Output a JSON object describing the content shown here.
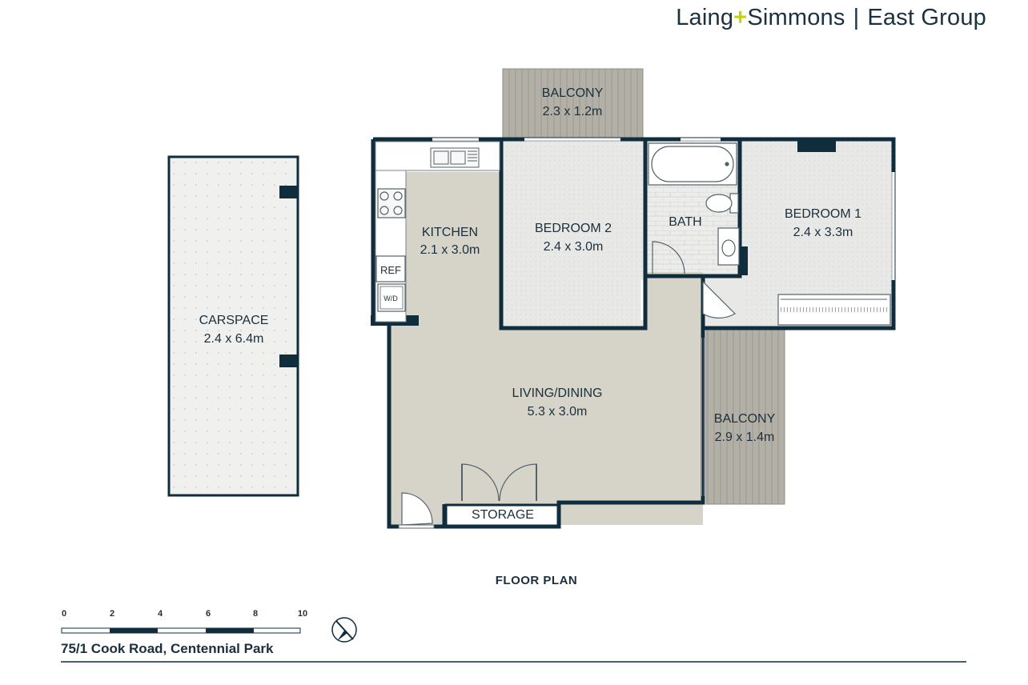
{
  "brand": {
    "name_left": "Laing",
    "plus": "+",
    "name_right": "Simmons",
    "group": "East Group"
  },
  "plan_title": "FLOOR PLAN",
  "address": "75/1 Cook Road, Centennial Park",
  "scale": {
    "ticks": [
      "0",
      "2",
      "4",
      "6",
      "8",
      "10"
    ]
  },
  "rooms": {
    "carspace": {
      "name": "CARSPACE",
      "size": "2.4 x 6.4m"
    },
    "kitchen": {
      "name": "KITCHEN",
      "size": "2.1 x 3.0m"
    },
    "bedroom2": {
      "name": "BEDROOM 2",
      "size": "2.4 x 3.0m"
    },
    "bath": {
      "name": "BATH"
    },
    "bedroom1": {
      "name": "BEDROOM 1",
      "size": "2.4 x 3.3m"
    },
    "living": {
      "name": "LIVING/DINING",
      "size": "5.3 x 3.0m"
    },
    "balcony_top": {
      "name": "BALCONY",
      "size": "2.3 x 1.2m"
    },
    "balcony_right": {
      "name": "BALCONY",
      "size": "2.9 x 1.4m"
    },
    "storage": {
      "name": "STORAGE"
    }
  },
  "fixtures": {
    "ref": "REF",
    "wd": "W/D"
  },
  "colors": {
    "wall": "#0f2d3d",
    "floor": "#d6d3c8",
    "tile": "#e8e8e6",
    "deck": "#b1aea5",
    "accent": "#c7d300"
  }
}
